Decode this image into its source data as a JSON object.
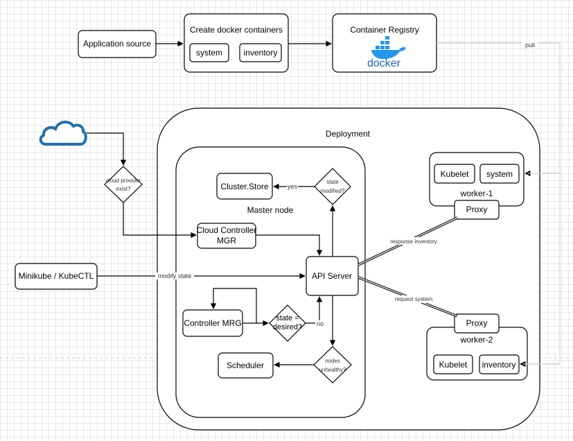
{
  "nodes": {
    "app_source": "Application source",
    "create_containers": "Create docker containers",
    "system_top": "system",
    "inventory_top": "inventory",
    "container_registry": "Container Registry",
    "docker_logo": "docker",
    "deployment": "Deployment",
    "master_node": "Master node",
    "cluster_store": "Cluster.Store",
    "state_modified": [
      "state",
      "modified?"
    ],
    "cloud_provider": [
      "cloud provider",
      "exist?"
    ],
    "cloud_controller": [
      "Cloud Controller",
      "MGR"
    ],
    "minikube": "Minikube / KubeCTL",
    "api_server": "API Server",
    "controller_mrg": "Controller MRG",
    "state_desired": [
      "state =",
      "desired?"
    ],
    "scheduler": "Scheduler",
    "nodes_unhealthy": [
      "nodes",
      "unhealthy?"
    ],
    "kubelet_1": "Kubelet",
    "system_1": "system",
    "worker_1": "worker-1",
    "proxy_1": "Proxy",
    "proxy_2": "Proxy",
    "worker_2": "worker-2",
    "kubelet_2": "Kubelet",
    "inventory_2": "inventory"
  },
  "edge_labels": {
    "pull": "pull",
    "yes": "yes",
    "no": "no",
    "modify_state": "modify state",
    "response_inventory": "response inventory",
    "request_system": "request system"
  },
  "colors": {
    "docker_blue": "#2496ed",
    "cloud_blue": "#1f6fb2"
  },
  "icons": [
    "cloud-icon",
    "docker-whale-icon"
  ]
}
